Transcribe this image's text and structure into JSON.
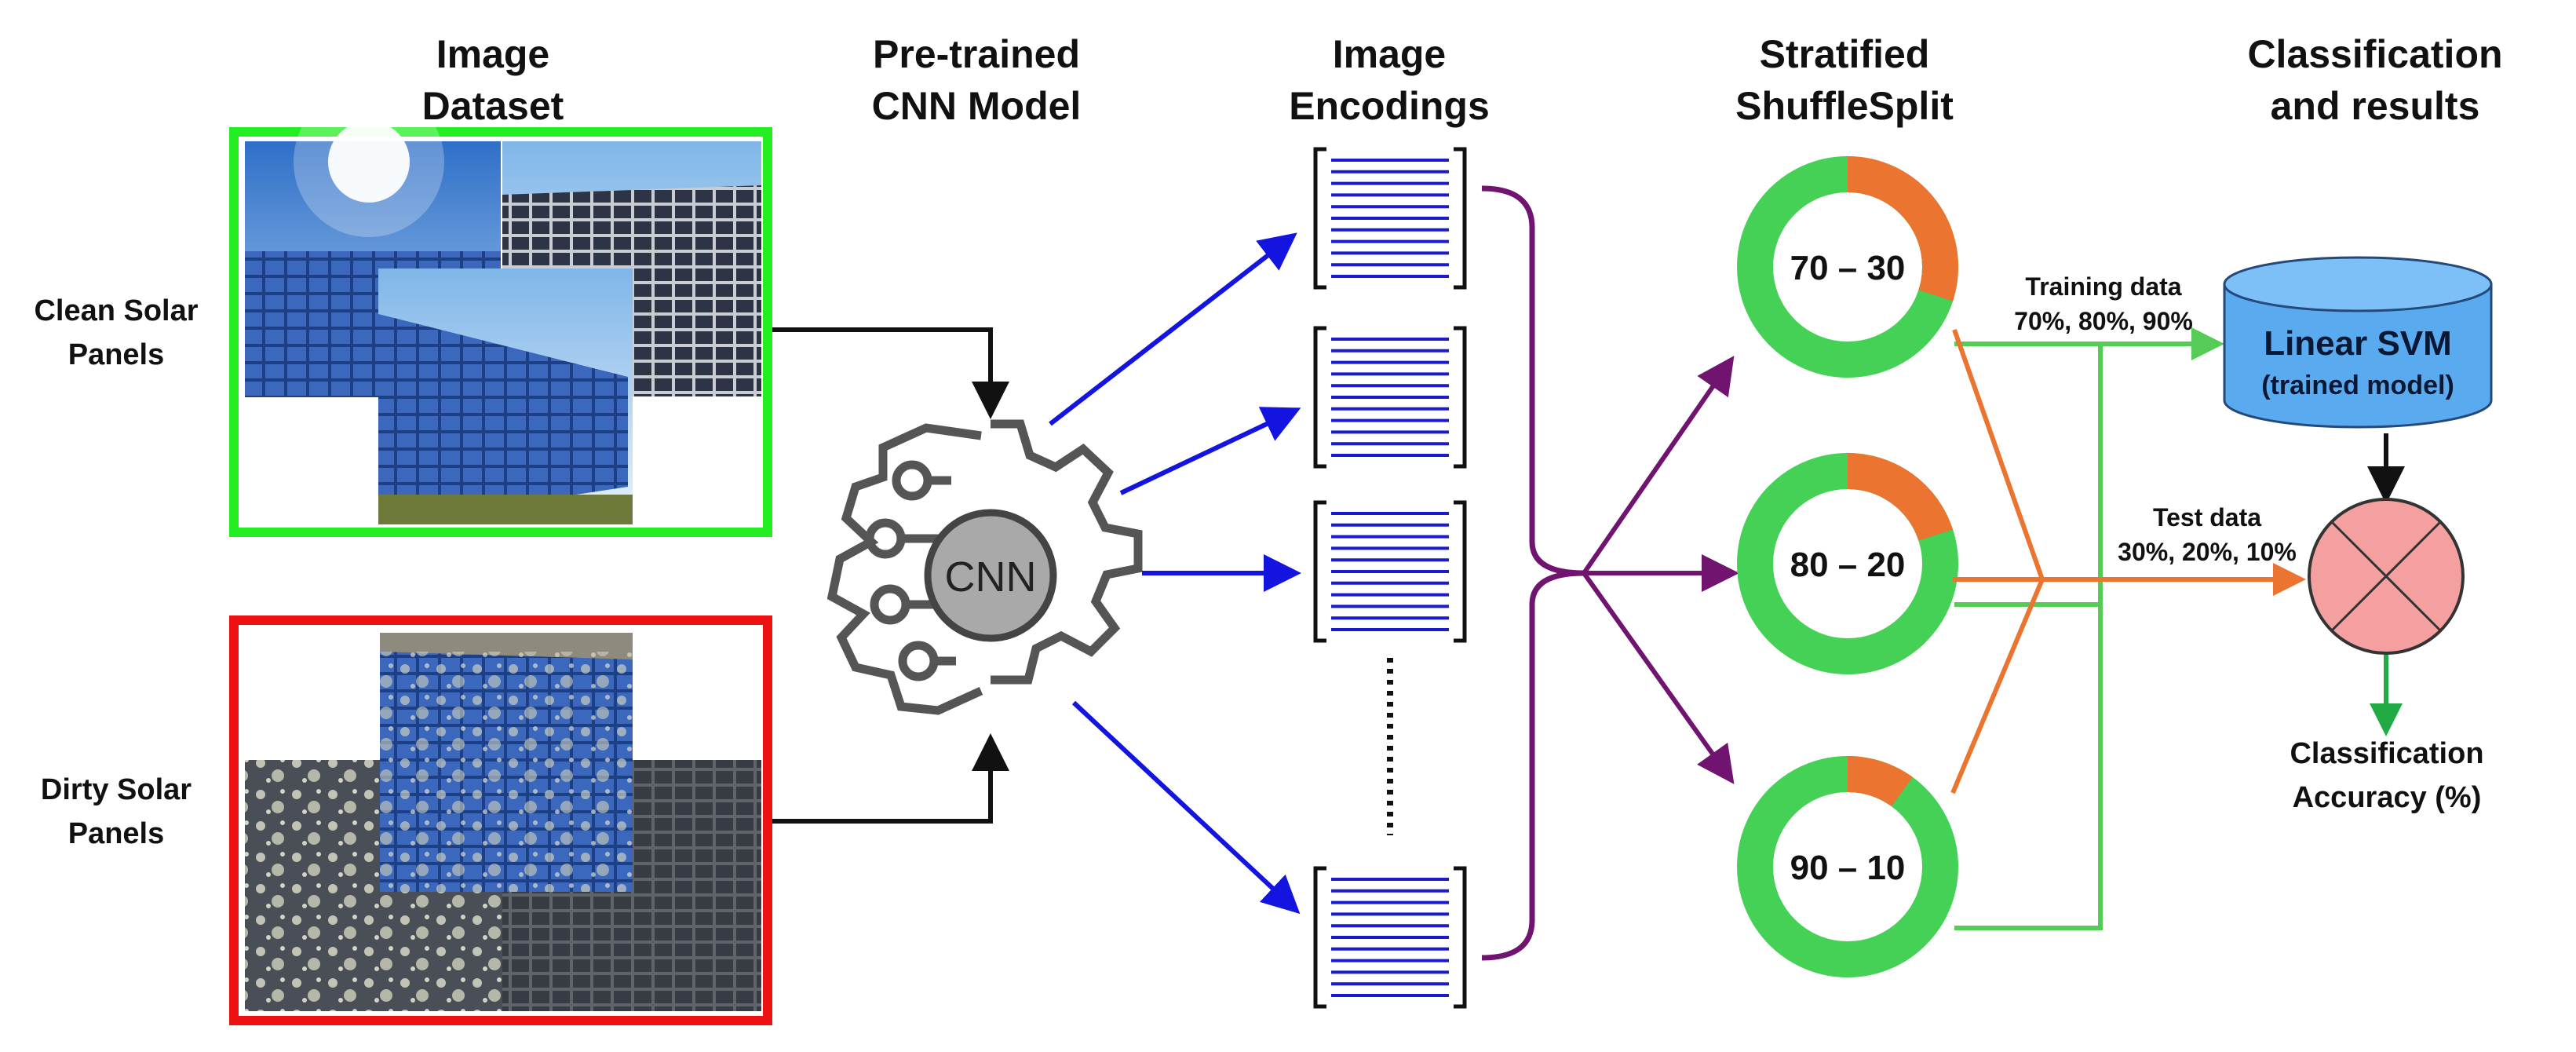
{
  "headings": {
    "image_dataset": [
      "Image",
      "Dataset"
    ],
    "pretrained_cnn": [
      "Pre-trained",
      "CNN Model"
    ],
    "image_encodings": [
      "Image",
      "Encodings"
    ],
    "stratified": [
      "Stratified",
      "ShuffleSplit"
    ],
    "classification": [
      "Classification",
      "and results"
    ]
  },
  "classes": {
    "clean": [
      "Clean Solar",
      "Panels"
    ],
    "dirty": [
      "Dirty Solar",
      "Panels"
    ]
  },
  "cnn_label": "CNN",
  "splits": [
    {
      "label": "70 – 30",
      "test_fraction": 0.3
    },
    {
      "label": "80 – 20",
      "test_fraction": 0.2
    },
    {
      "label": "90 – 10",
      "test_fraction": 0.1
    }
  ],
  "training": {
    "title": "Training data",
    "values": "70%, 80%, 90%"
  },
  "testing": {
    "title": "Test data",
    "values": "30%, 20%, 10%"
  },
  "svm": {
    "title": "Linear SVM",
    "subtitle": "(trained model)"
  },
  "result": [
    "Classification",
    "Accuracy (%)"
  ],
  "colors": {
    "clean_border": "#22ee22",
    "dirty_border": "#ee1111",
    "encoding_lines": "#1a1acc",
    "encoding_arrows": "#1414e0",
    "purple": "#701470",
    "donut_green": "#44d155",
    "donut_orange": "#ea7430",
    "train_line": "#55cc55",
    "test_line": "#ea7430",
    "svm_fill": "#5aaaf0",
    "svm_top": "#7cc0f7",
    "accuracy_fill": "#f5a0a0",
    "result_arrow": "#22aa44",
    "gear": "#555555",
    "cnn_fill": "#a9a9a9"
  }
}
